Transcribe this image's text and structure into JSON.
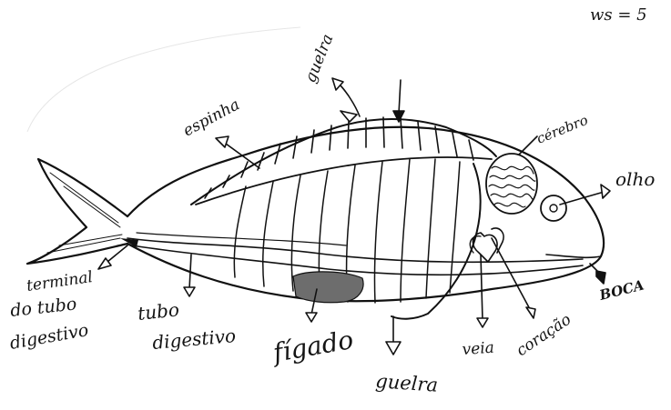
{
  "corner_note": "ws = 5",
  "labels": {
    "espinha": "espinha",
    "guelra_top": "guelra",
    "cerebro": "cérebro",
    "olho": "olho",
    "boca": "BOCA",
    "terminal": [
      "terminal",
      "do tubo",
      "digestivo"
    ],
    "tubo": [
      "tubo",
      "digestivo"
    ],
    "figado": "fígado",
    "guelra_bottom": "guelra",
    "veia": "veia",
    "coracao": "coração"
  },
  "colors": {
    "ink": "#111111",
    "paper": "#ffffff",
    "liver": "#6d6d6d",
    "brain": "#2a2a2a"
  }
}
